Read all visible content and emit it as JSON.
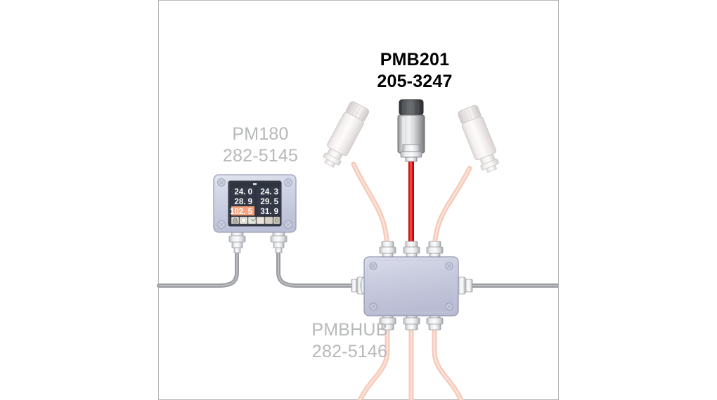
{
  "diagram": {
    "title_highlighted": {
      "name": "PMB201",
      "order_code": "205-3247"
    },
    "devices": [
      {
        "id": "pm180",
        "name": "PM180",
        "order_code": "282-5145",
        "style": "muted",
        "description": "Panel display unit with six-value readout"
      },
      {
        "id": "pmbhub",
        "name": "PMBHUB",
        "order_code": "282-5146",
        "style": "muted",
        "description": "Junction hub enclosure with eight cable glands"
      },
      {
        "id": "pmb201",
        "name": "PMB201",
        "order_code": "205-3247",
        "style": "highlighted",
        "description": "Pressure sensor probe with red cable"
      }
    ],
    "display_readout": {
      "columns": 2,
      "rows": 3,
      "values": [
        [
          "24. 0",
          "24. 3"
        ],
        [
          "28. 9",
          "29. 5"
        ],
        [
          "102. 5",
          "31. 9"
        ]
      ],
      "alarm_cell": {
        "row": 2,
        "column": 0,
        "value": "102. 5"
      },
      "icon_buttons": [
        "lock-icon",
        "document-icon",
        "chart-icon",
        "pump-icon",
        "tank-icon",
        "gear-icon"
      ]
    },
    "colors": {
      "accent_cable": "#e8130f",
      "alarm_cell": "#f7a07a",
      "display_background": "#2e3340",
      "display_text": "#ffffff",
      "hub_body": "#c6c9dd",
      "enclosure_body": "#ccd0e2",
      "muted_label": "#b6b8ba",
      "frame_border": "#b9b9b9",
      "grey_cable": "#8f9194",
      "ghost_cable": "#f7cbbb"
    }
  }
}
